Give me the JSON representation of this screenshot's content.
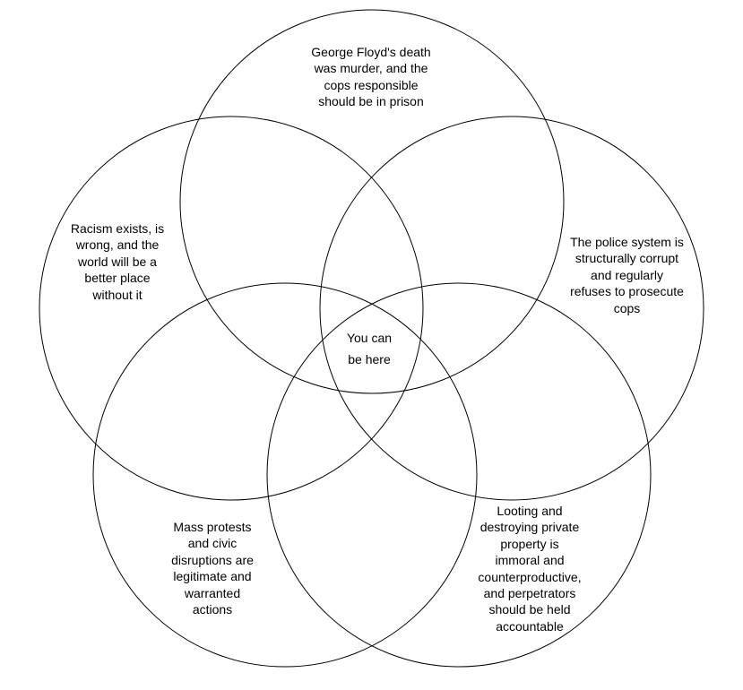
{
  "diagram": {
    "type": "five-circle venn diagram",
    "circles": [
      {
        "id": "top",
        "label": "George Floyd's death\nwas murder, and the\ncops responsible\nshould be in prison"
      },
      {
        "id": "left",
        "label": "Racism exists, is\nwrong, and the\nworld will be a\nbetter place\nwithout it"
      },
      {
        "id": "right",
        "label": "The police system is\nstructurally corrupt\nand regularly\nrefuses to prosecute\ncops"
      },
      {
        "id": "bottom-left",
        "label": "Mass protests\nand civic\ndisruptions are\nlegitimate and\nwarranted\nactions"
      },
      {
        "id": "bottom-right",
        "label": "Looting and\ndestroying private\nproperty is\nimmoral and\ncounterproductive,\nand perpetrators\nshould be held\naccountable"
      }
    ],
    "center_label": "You can\n\nbe here",
    "stroke_color": "#000000",
    "background_color": "#ffffff"
  }
}
